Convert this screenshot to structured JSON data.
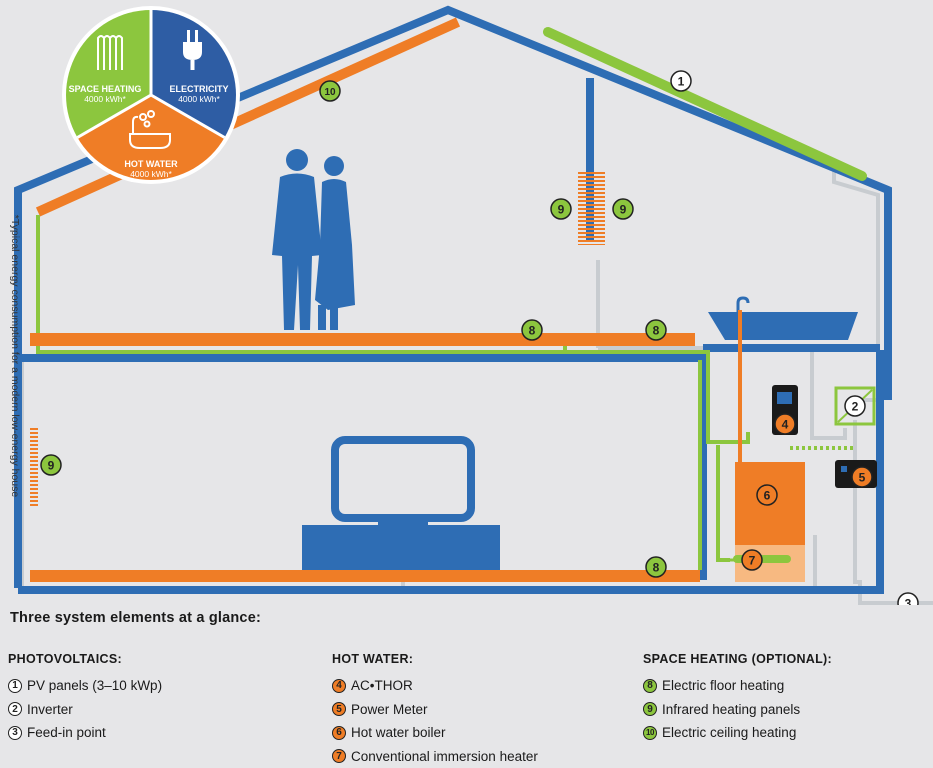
{
  "pie": {
    "space_heating": {
      "label": "SPACE HEATING",
      "value": "4000 kWh*"
    },
    "electricity": {
      "label": "ELECTRICITY",
      "value": "4000 kWh*"
    },
    "hot_water": {
      "label": "HOT WATER",
      "value": "4000 kWh*"
    }
  },
  "side_note": "*Typical energy consumption for a modern low-energy house",
  "markers": {
    "m1": "1",
    "m2": "2",
    "m3": "3",
    "m4": "4",
    "m5": "5",
    "m6": "6",
    "m7": "7",
    "m8": "8",
    "m9": "9",
    "m10": "10"
  },
  "legend": {
    "title": "Three system elements at a glance:",
    "photovoltaics": {
      "heading": "PHOTOVOLTAICS:",
      "items": [
        {
          "num": "1",
          "label": "PV panels  (3–10 kWp)"
        },
        {
          "num": "2",
          "label": "Inverter"
        },
        {
          "num": "3",
          "label": "Feed-in point"
        }
      ]
    },
    "hot_water": {
      "heading": "HOT WATER:",
      "items": [
        {
          "num": "4",
          "label": "AC•THOR"
        },
        {
          "num": "5",
          "label": "Power Meter"
        },
        {
          "num": "6",
          "label": "Hot water boiler"
        },
        {
          "num": "7",
          "label": "Conventional immersion heater"
        }
      ]
    },
    "space_heating": {
      "heading": "SPACE HEATING (OPTIONAL):",
      "items": [
        {
          "num": "8",
          "label": "Electric floor heating"
        },
        {
          "num": "9",
          "label": "Infrared heating panels"
        },
        {
          "num": "10",
          "label": "Electric ceiling heating"
        }
      ]
    }
  },
  "colors": {
    "blue": "#2e6db4",
    "orange": "#ef7d26",
    "green": "#8cc63e",
    "grey_wire": "#c8ccd0",
    "background": "#e6e6e8"
  }
}
